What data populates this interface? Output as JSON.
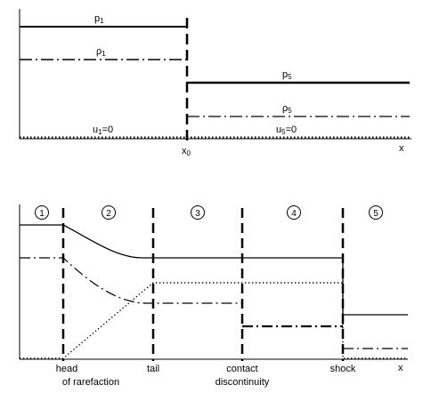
{
  "top_panel": {
    "labels": {
      "p1": "p",
      "p1_sub": "1",
      "rho1": "ρ",
      "rho1_sub": "1",
      "p5": "p",
      "p5_sub": "5",
      "rho5": "ρ",
      "rho5_sub": "5",
      "u1_a": "u",
      "u1_sub": "1",
      "u1_b": "=0",
      "u5_a": "u",
      "u5_sub": "5",
      "u5_b": "=0",
      "x0": "x",
      "x0_sub": "0",
      "x_axis": "x"
    }
  },
  "bottom_panel": {
    "regions": [
      "1",
      "2",
      "3",
      "4",
      "5"
    ],
    "boundary_labels": {
      "head_line1": "head",
      "head_line2": "of rarefaction",
      "tail": "tail",
      "contact_line1": "contact",
      "contact_line2": "discontinuity",
      "shock": "shock"
    },
    "x_axis": "x"
  }
}
